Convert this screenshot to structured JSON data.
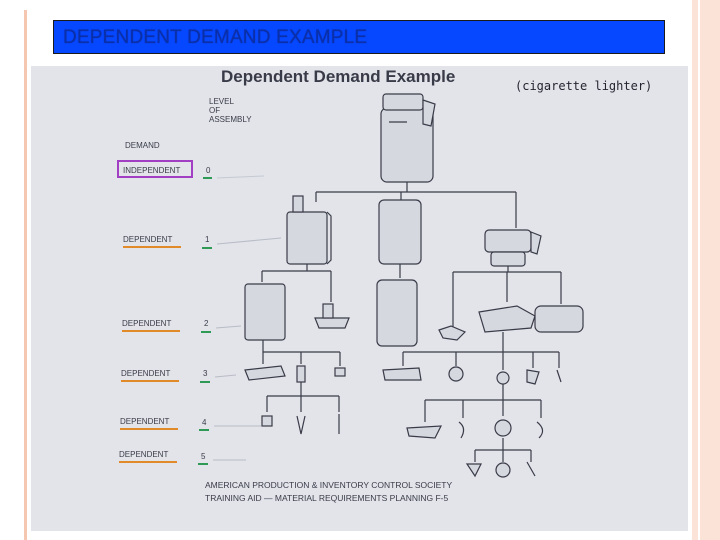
{
  "slide": {
    "title": "DEPENDENT DEMAND EXAMPLE"
  },
  "scan": {
    "heading": "Dependent Demand Example",
    "handwritten_note": "(cigarette lighter)",
    "level_header": [
      "LEVEL",
      "OF",
      "ASSEMBLY"
    ],
    "demand_header": "DEMAND",
    "rows": [
      {
        "demand": "INDEPENDENT",
        "level": "0",
        "marker": "#a23ec4"
      },
      {
        "demand": "DEPENDENT",
        "level": "1",
        "marker": "#e08a2a"
      },
      {
        "demand": "DEPENDENT",
        "level": "2",
        "marker": "#e08a2a"
      },
      {
        "demand": "DEPENDENT",
        "level": "3",
        "marker": "#e08a2a"
      },
      {
        "demand": "DEPENDENT",
        "level": "4",
        "marker": "#e08a2a"
      },
      {
        "demand": "DEPENDENT",
        "level": "5",
        "marker": "#e08a2a"
      }
    ],
    "footer": [
      "AMERICAN PRODUCTION & INVENTORY CONTROL SOCIETY",
      "TRAINING AID — MATERIAL REQUIREMENTS PLANNING F-5"
    ]
  },
  "colors": {
    "title_bar": "#0648ff",
    "title_text": "#0a2fa8",
    "accent_band": "#fbe3d7",
    "independent_marker": "#a23ec4",
    "dependent_marker": "#e08a2a",
    "level_tick": "#2e9a55"
  }
}
